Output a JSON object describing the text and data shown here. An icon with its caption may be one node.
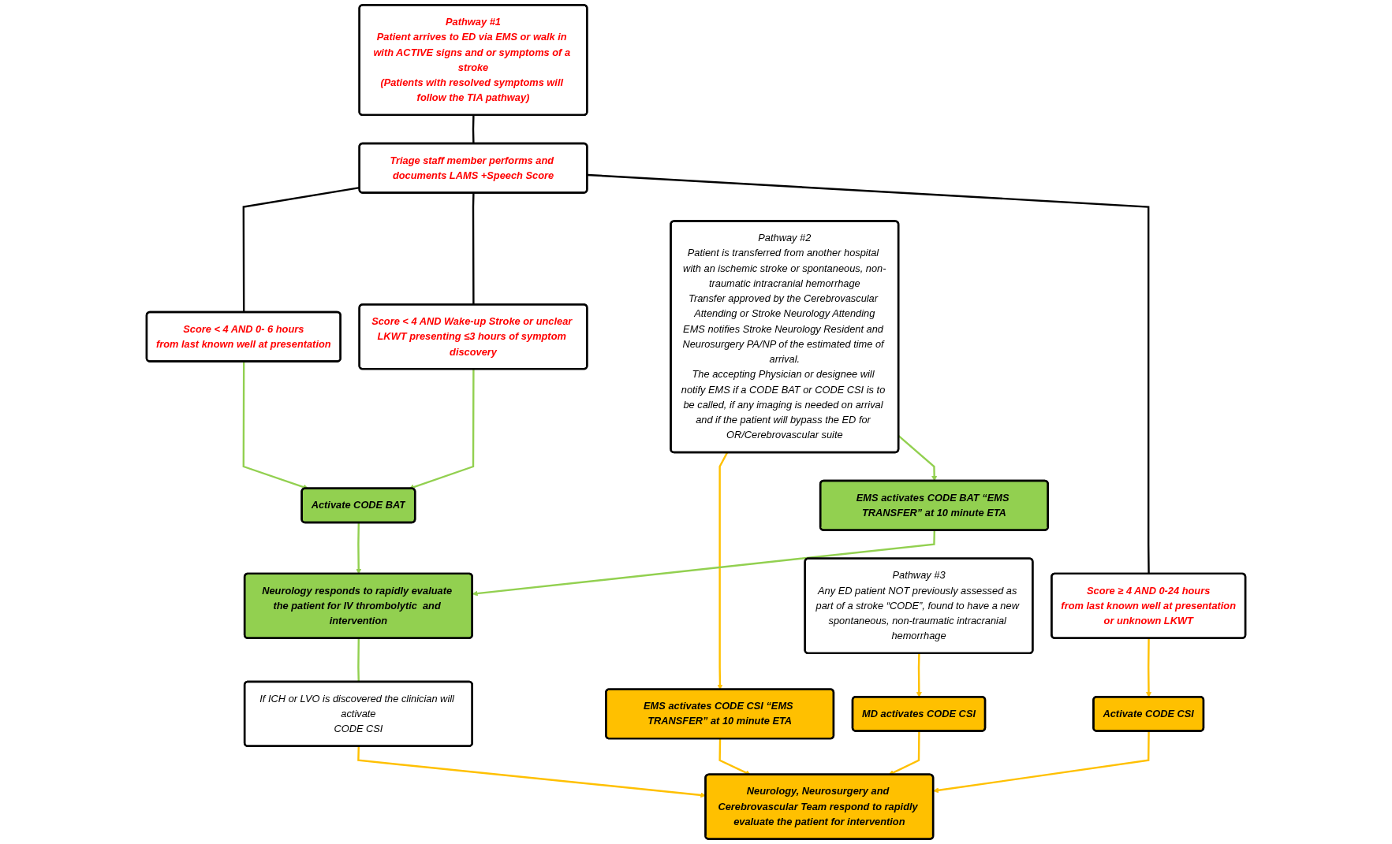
{
  "diagram": {
    "nodes": [
      {
        "text": [
          "Pathway #1",
          "Patient arrives to ED via EMS or walk in with ACTIVE signs and or symptoms of a stroke",
          "(Patients with resolved symptoms will follow the TIA pathway)"
        ]
      },
      {
        "text": [
          "Triage staff member performs and documents LAMS +Speech Score"
        ]
      },
      {
        "text": [
          "Score < 4 AND 0- 6 hours",
          "from last known well at presentation"
        ]
      },
      {
        "text": [
          "Score < 4 AND Wake-up Stroke or unclear LKWT presenting ≤3 hours of symptom discovery"
        ]
      },
      {
        "text": [
          "Score ≥ 4  AND  0-24 hours",
          "from last known well at presentation",
          "or unknown LKWT"
        ]
      },
      {
        "text": [
          "Activate CODE BAT"
        ]
      },
      {
        "text": [
          "Activate CODE CSI"
        ]
      },
      {
        "text": [
          "Pathway #2",
          "Patient is transferred from another hospital with an ischemic stroke or spontaneous, non-traumatic intracranial hemorrhage",
          "Transfer approved by the Cerebrovascular Attending or Stroke Neurology Attending",
          "EMS notifies Stroke Neurology Resident and Neurosurgery PA/NP of the estimated time of arrival.",
          "The accepting Physician or designee will notify EMS if a CODE BAT or CODE CSI is to be called, if any imaging is needed on arrival and if the patient will bypass the ED for OR/Cerebrovascular suite"
        ]
      },
      {
        "text": [
          "EMS activates CODE CSI “EMS TRANSFER” at 10 minute ETA"
        ]
      },
      {
        "text": [
          "EMS activates CODE BAT “EMS TRANSFER” at 10 minute ETA"
        ]
      },
      {
        "text": [
          "Pathway #3",
          "Any ED patient NOT previously assessed as part of a stroke “CODE”, found to have a new spontaneous, non-traumatic intracranial hemorrhage"
        ]
      },
      {
        "text": [
          "MD activates CODE CSI"
        ]
      },
      {
        "text": [
          "Neurology responds to rapidly evaluate the patient for IV thrombolytic  and intervention"
        ]
      },
      {
        "text": [
          "If ICH or LVO is discovered the clinician will activate",
          "CODE CSI"
        ]
      },
      {
        "text": [
          "Neurology, Neurosurgery and Cerebrovascular Team respond to rapidly evaluate the patient for intervention"
        ]
      }
    ],
    "edges": [
      {
        "from": 0,
        "to": 1,
        "arrow": "none",
        "color": "#000000"
      },
      {
        "from": 1,
        "to": 2,
        "arrow": "none",
        "color": "#000000"
      },
      {
        "from": 1,
        "to": 3,
        "arrow": "none",
        "color": "#000000"
      },
      {
        "from": 1,
        "to": 4,
        "arrow": "none",
        "color": "#000000"
      },
      {
        "from": 2,
        "to": 5,
        "arrow": "to",
        "color": "#92d050"
      },
      {
        "from": 3,
        "to": 5,
        "arrow": "to",
        "color": "#92d050"
      },
      {
        "from": 4,
        "to": 6,
        "arrow": "to",
        "color": "#ffc000"
      },
      {
        "from": 7,
        "to": 8,
        "arrow": "to",
        "color": "#ffc000"
      },
      {
        "from": 7,
        "to": 9,
        "arrow": "to",
        "color": "#92d050"
      },
      {
        "from": 10,
        "to": 11,
        "arrow": "to",
        "color": "#ffc000"
      },
      {
        "from": 5,
        "to": 12,
        "arrow": "to",
        "color": "#92d050"
      },
      {
        "from": 6,
        "to": 14,
        "arrow": "to",
        "color": "#ffc000"
      },
      {
        "from": 8,
        "to": 14,
        "arrow": "to",
        "color": "#ffc000"
      },
      {
        "from": 11,
        "to": 14,
        "arrow": "to",
        "color": "#ffc000"
      },
      {
        "from": 12,
        "to": 13,
        "arrow": "none",
        "color": "#92d050"
      },
      {
        "from": 13,
        "to": 14,
        "arrow": "to",
        "color": "#ffc000"
      },
      {
        "from": 9,
        "to": 12,
        "arrow": "to",
        "color": "#92d050"
      }
    ]
  }
}
